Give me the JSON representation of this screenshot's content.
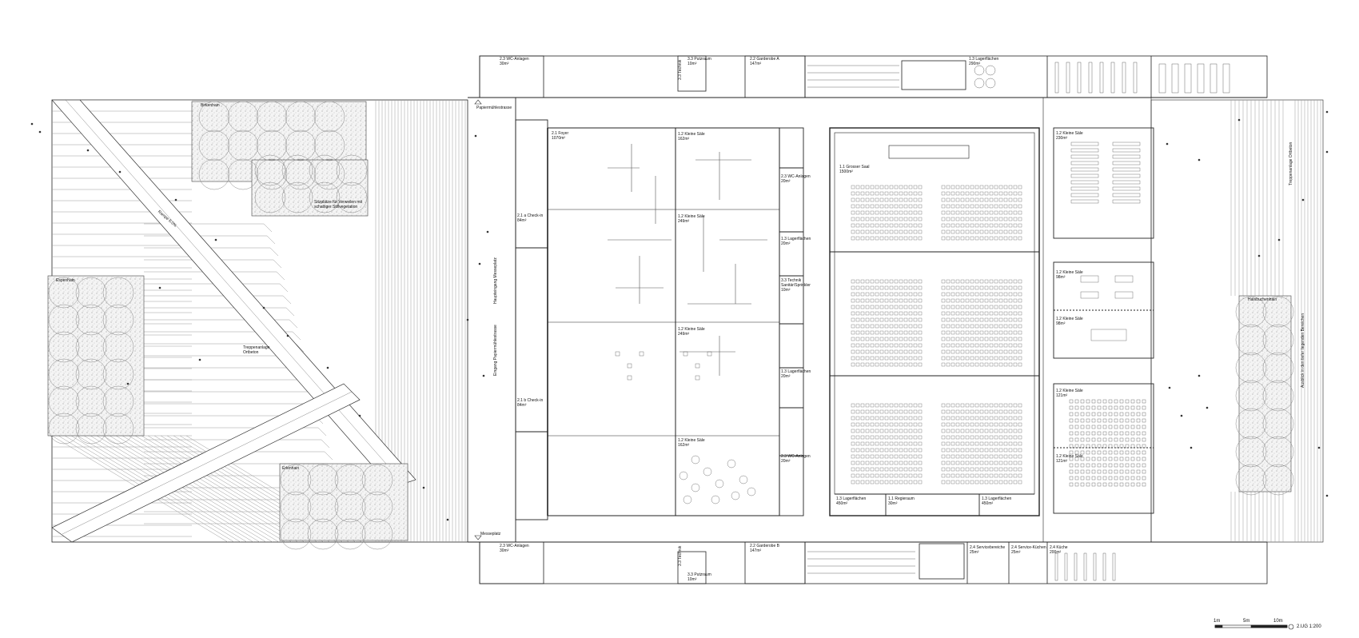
{
  "colors": {
    "line": "#1a1a1a",
    "hatch": "#9a9a9a",
    "planting": "#c9c9c9",
    "bg": "#ffffff"
  },
  "north": {
    "wc_a": {
      "name": "2.3 WC-Anlagen",
      "area": "30m²"
    },
    "technik": {
      "name": "3.3 Technik"
    },
    "putzraum": {
      "name": "3.3 Putzraum",
      "area": "10m²"
    },
    "garderobe_a": {
      "name": "2.2 Garderobe A",
      "area": "147m²"
    },
    "lager": {
      "name": "1.3 Lagerflächen",
      "area": "290m²"
    }
  },
  "south": {
    "wc_b": {
      "name": "2.3 WC-Anlagen",
      "area": "30m²"
    },
    "technik": {
      "name": "3.3 Technik"
    },
    "putzraum": {
      "name": "3.3 Putzraum",
      "area": "10m²"
    },
    "garderobe_b": {
      "name": "2.2 Garderobe B",
      "area": "147m²"
    },
    "service_nische": {
      "name": "2.4 Servicebereiche",
      "area": "25m²"
    },
    "service_kuechen": {
      "name": "2.4 Service-Küchen",
      "area": "25m²"
    },
    "kueche": {
      "name": "2.4 Küche",
      "area": "200m²"
    }
  },
  "landscape": {
    "birkenhain": "Birkenhain",
    "espenhain": "Espenhain",
    "erlenhain": "Erlenhain",
    "sitzplaetze": "Sitzplätze für Verweilen mit schattiger Stillvegetation",
    "rampe": "Rampe 6.0%",
    "treppen": "Treppenanlage Ortbeton",
    "papier": "Papiermühlestrasse",
    "messeplatz": "Messeplatz",
    "zugang_1": "Haupteingang Messeplatz",
    "zugang_2": "Eingang Papiermühlestrasse",
    "hainbuchen": "Hainbuchenhain",
    "baeume_text": "Ausblick in den tiefer liegenden Bereichen",
    "treppen_e": "Treppenanlage Ortbeton"
  },
  "rooms": {
    "foyer": {
      "name": "2.1 Foyer",
      "area": "1070m²"
    },
    "checkin_a": {
      "name": "2.1 a Check-in",
      "area": "84m²"
    },
    "checkin_b": {
      "name": "2.1 b Check-in",
      "area": "84m²"
    },
    "kleine_saele_1": {
      "name": "1.2 Kleine Säle",
      "area": "162m²"
    },
    "kleine_saele_2": {
      "name": "1.2 Kleine Säle",
      "area": "249m²"
    },
    "kleine_saele_3": {
      "name": "1.2 Kleine Säle",
      "area": "249m²"
    },
    "kleine_saele_4": {
      "name": "1.2 Kleine Säle",
      "area": "162m²"
    },
    "wc_east_1": {
      "name": "2.3 WC-Anlagen",
      "area": "20m²"
    },
    "lager_e1": {
      "name": "1.3 Lagerflächen",
      "area": "20m²"
    },
    "technik_e": {
      "name": "3.3 Technik Sanitär/Sprinkler",
      "area": "10m²"
    },
    "lager_e2": {
      "name": "1.3 Lagerflächen",
      "area": "20m²"
    },
    "wc_east_2": {
      "name": "2.3 WC-Anlagen",
      "area": "20m²"
    },
    "grosser_saal": {
      "name": "1.1 Grosser Saal",
      "area": "1500m²"
    },
    "lager_saal": {
      "name": "1.3 Lagerflächen",
      "area": "450m²"
    },
    "regieraum": {
      "name": "1.1 Regieraum",
      "area": "30m²"
    },
    "lager_saal2": {
      "name": "1.3 Lagerflächen",
      "area": "450m²"
    },
    "ks_e1": {
      "name": "1.2 Kleine Säle",
      "area": "230m²"
    },
    "ks_e2": {
      "name": "1.2 Kleine Säle",
      "area": "98m²"
    },
    "ks_e3": {
      "name": "1.2 Kleine Säle",
      "area": "98m²"
    },
    "ks_e4": {
      "name": "1.2 Kleine Säle",
      "area": "121m²"
    },
    "ks_e5": {
      "name": "1.2 Kleine Säle",
      "area": "121m²"
    }
  },
  "scale": {
    "s1": "1m",
    "s2": "5m",
    "s3": "10m",
    "caption": "2.UG 1:200"
  }
}
